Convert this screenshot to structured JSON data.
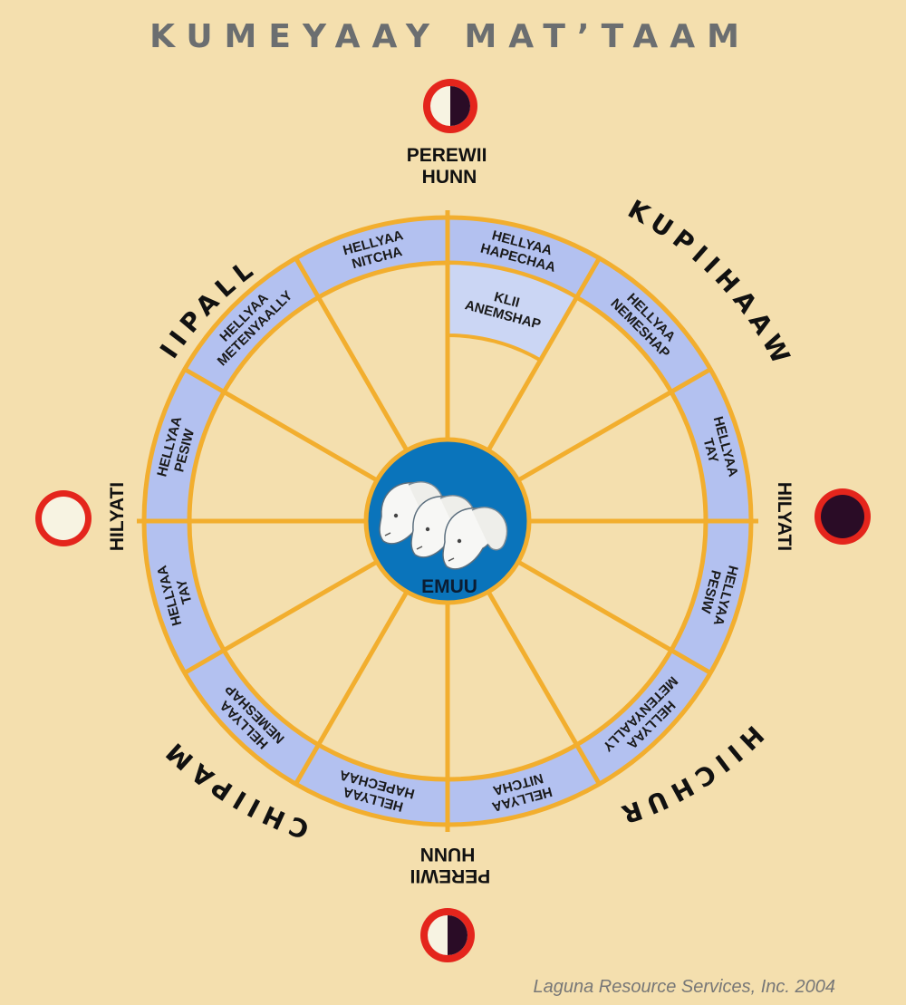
{
  "title": "KUMEYAAY MAT’TAAM",
  "center_label": "EMUU",
  "credit": "Laguna Resource Services, Inc. 2004",
  "directions": {
    "ne": "KUPIIHAAW",
    "nw": "IIPALL",
    "se": "HIICHUR",
    "sw": "CHIIPAM"
  },
  "moons": {
    "top": {
      "label_line1": "PEREWII",
      "label_line2": "HUNN",
      "phase": "half"
    },
    "bottom": {
      "label_line1": "PEREWII",
      "label_line2": "HUNN",
      "phase": "half"
    },
    "left": {
      "label": "HILYATI",
      "phase": "full"
    },
    "right": {
      "label": "HILYATI",
      "phase": "new"
    }
  },
  "months": [
    {
      "line1": "HELLYAA",
      "line2": "HAPECHAA"
    },
    {
      "line1": "HELLYAA",
      "line2": "NEMESHAP"
    },
    {
      "line1": "HELLYAA",
      "line2": "TAY"
    },
    {
      "line1": "HELLYAA",
      "line2": "PESIW"
    },
    {
      "line1": "HELLYAA",
      "line2": "METENYAALLY"
    },
    {
      "line1": "HELLYAA",
      "line2": "NITCHA"
    },
    {
      "line1": "HELLYAA",
      "line2": "HAPECHAA"
    },
    {
      "line1": "HELLYAA",
      "line2": "NEMESHAP"
    },
    {
      "line1": "HELLYAA",
      "line2": "TAY"
    },
    {
      "line1": "HELLYAA",
      "line2": "PESIW"
    },
    {
      "line1": "HELLYAA",
      "line2": "METENYAALLY"
    },
    {
      "line1": "HELLYAA",
      "line2": "NITCHA"
    }
  ],
  "inner_highlight": {
    "line1": "KLII",
    "line2": "ANEMSHAP"
  },
  "colors": {
    "background": "#f4dfae",
    "ring_fill": "#b3c1f0",
    "highlight_fill": "#cbd6f4",
    "line": "#f2ae2e",
    "center_fill": "#0a74bb",
    "moon_rim": "#e4251c",
    "moon_light": "#f7f3e2",
    "moon_dark": "#2a0c26",
    "title": "#6b6e70"
  }
}
